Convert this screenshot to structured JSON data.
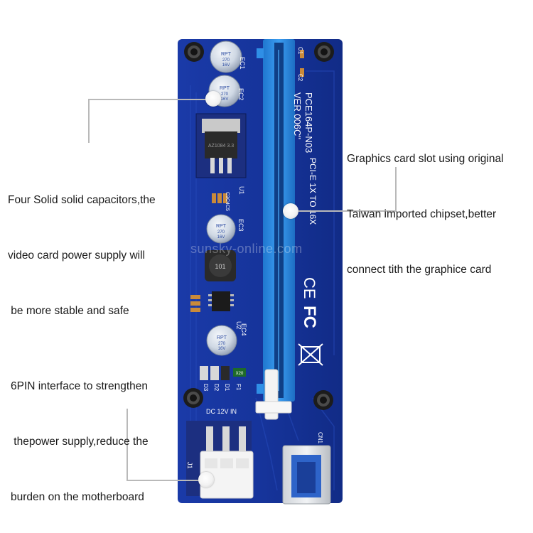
{
  "board": {
    "model_line1": "PCE164P-N03",
    "model_line2": "VER 006C\"",
    "pcie_text": "PCI-E 1X TO 16X",
    "dc_label": "DC 12V IN",
    "cap_brand": "RPT",
    "cap_rating_1": "270",
    "cap_rating_2": "16V",
    "ref_ec1": "EC1",
    "ref_ec2": "EC2",
    "ref_ec3": "EC3",
    "ref_ec4": "EC4",
    "ref_u1": "U1",
    "ref_u2": "U2",
    "ref_j1": "J1",
    "ref_cn1": "CN1",
    "ref_c1": "C1",
    "ref_c2": "C2",
    "ref_d3": "D3",
    "ref_d2": "D2",
    "ref_d1": "D1",
    "ref_f1": "F1",
    "ref_c3c4c5": "C3C4C5",
    "ce_mark": "CE",
    "fc_mark": "FC",
    "inductor_text": "101",
    "fuse_text": "X20",
    "regulator_text": "AZ1084 3.3",
    "colors": {
      "pcb": "#16349b",
      "slot": "#2f8fe6",
      "connector_line": "#b9b9b9"
    }
  },
  "annotations": {
    "capacitors": [
      "Four Solid solid capacitors,the",
      "video card power supply will",
      " be more stable and safe"
    ],
    "slot": [
      "Graphics card slot using original",
      "Taiwan imported chipset,better",
      "connect tith the graphice card"
    ],
    "power": [
      "6PIN interface to strengthen",
      " thepower supply,reduce the",
      "burden on the motherboard"
    ]
  },
  "watermark": "sunsky-online.com"
}
